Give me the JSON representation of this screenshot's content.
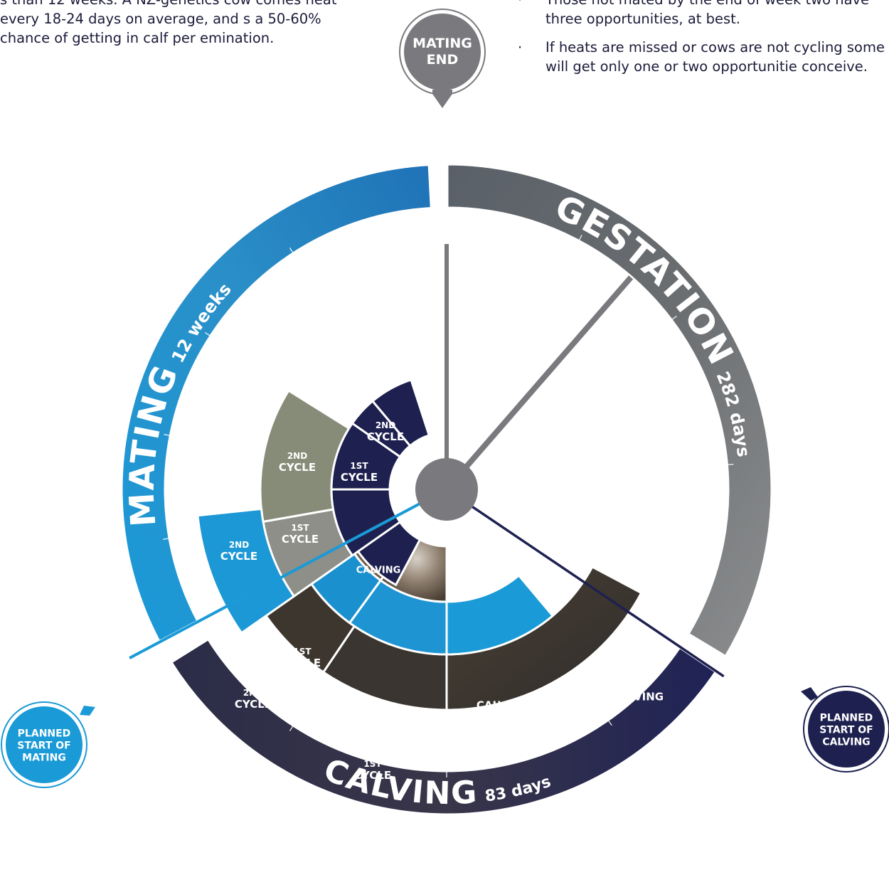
{
  "intro_text": "s than 12 weeks. A NZ-genetics cow comes heat every 18-24 days on average, and s a 50-60% chance of getting in calf per emination.",
  "bullets": [
    "Those not mated by the end of week two have three opportunities, at best.",
    "If heats are missed or cows are not cycling some will get only one or two opportunitie conceive."
  ],
  "bullet_symbol": "·",
  "markers": {
    "mating_end": [
      "MATING",
      "END"
    ],
    "planned_start_mating": [
      "PLANNED",
      "START OF",
      "MATING"
    ],
    "planned_start_calving": [
      "PLANNED",
      "START OF",
      "CALVING"
    ]
  },
  "outer_ring": {
    "mating": {
      "title": "MATING",
      "duration": "12 weeks"
    },
    "gestation": {
      "title": "GESTATION",
      "duration": "282 days"
    },
    "calving": {
      "title": "CALVING",
      "duration": "83 days"
    }
  },
  "inner_labels": {
    "blue_2nd_cycle": [
      "2ND",
      "CYCLE"
    ],
    "green_2nd_cycle": [
      "2ND",
      "CYCLE"
    ],
    "green_1st_cycle": [
      "1ST",
      "CYCLE"
    ],
    "navy_2nd_cycle": [
      "2ND",
      "CYCLE"
    ],
    "navy_1st_cycle": [
      "1ST",
      "CYCLE"
    ],
    "navy_calving": "CALVING",
    "brown_2nd_cycle": [
      "2ND",
      "CYCLE"
    ],
    "blue_1st_cycle": [
      "1ST",
      "CYCLE"
    ],
    "blue_calving": "CALVING",
    "dark_1st_cycle": [
      "1ST",
      "CYCLE"
    ],
    "dark_calving": "CALVING"
  },
  "colors": {
    "mating_blue": "#1a9ad6",
    "gestation_grey": "#6f7275",
    "calving_navy": "#1e2150",
    "hub_grey": "#7a7a7e",
    "green_grey": "#878c78",
    "dark_brown": "#3e3930",
    "text_dark": "#1b1b3a"
  }
}
